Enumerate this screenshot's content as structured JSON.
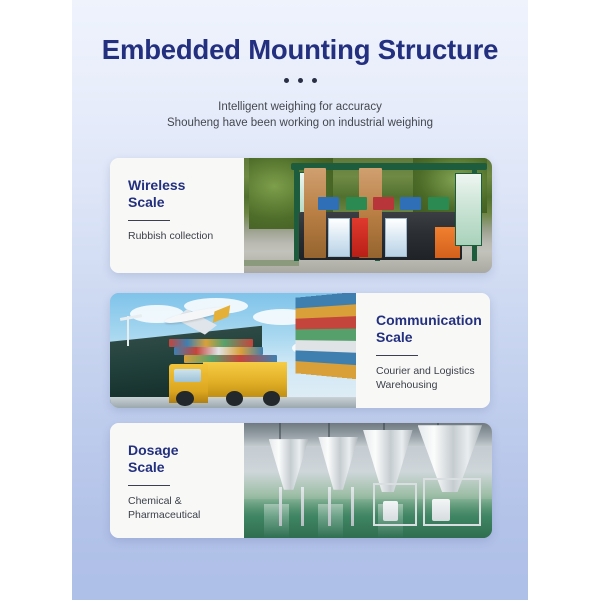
{
  "header": {
    "title": "Embedded Mounting Structure",
    "divider_dots": 3,
    "subtitle_line1": "Intelligent weighing for accuracy",
    "subtitle_line2": "Shouheng have been working on industrial weighing"
  },
  "colors": {
    "title_navy": "#23307f",
    "subtitle_gray": "#43474f",
    "card_background": "#f8f8f7",
    "panel_top": "#eef3fc",
    "panel_bottom": "#aebfe8",
    "rule": "#3a3f52"
  },
  "cards": [
    {
      "title_line1": "Wireless",
      "title_line2": "Scale",
      "subtitle_line1": "Rubbish collection",
      "subtitle_line2": "",
      "image_name": "recycling-collection-station-photo",
      "layout": "text-left"
    },
    {
      "title_line1": "Communication",
      "title_line2": "Scale",
      "subtitle_line1": "Courier and Logistics",
      "subtitle_line2": "Warehousing",
      "image_name": "freight-logistics-plane-ship-truck-photo",
      "layout": "text-right"
    },
    {
      "title_line1": "Dosage",
      "title_line2": "Scale",
      "subtitle_line1": "Chemical &",
      "subtitle_line2": "Pharmaceutical",
      "image_name": "industrial-hopper-dosing-plant-photo",
      "layout": "text-left"
    }
  ]
}
